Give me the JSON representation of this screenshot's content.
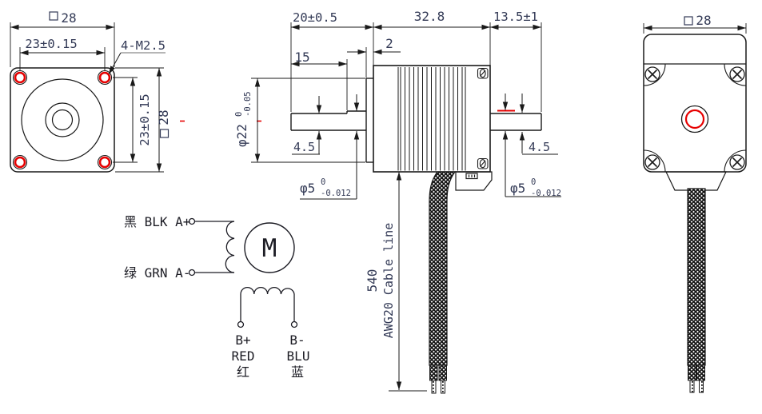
{
  "drawing": {
    "type": "stepper-motor-outline-drawing",
    "colors": {
      "line": "#1a1a1a",
      "dimension_text": "#333a56",
      "highlight_red": "#e60000",
      "background": "#ffffff"
    }
  },
  "front_view": {
    "dim_width": "28",
    "dim_hole_spacing_h": "23±0.15",
    "thread_callout": "4-M2.5",
    "dim_hole_spacing_v": "23±0.15",
    "dim_height": "28"
  },
  "side_view": {
    "dim_shaft_length": "20±0.5",
    "dim_flat_length": "15",
    "dim_boss_protrusion": "2",
    "dim_body_length": "32.8",
    "dim_rear_shaft_length": "13.5±1",
    "dim_front_flat_height": "4.5",
    "dim_rear_flat_height": "4.5",
    "dim_pilot_diameter": {
      "main": "φ22",
      "tol_upper": "0",
      "tol_lower": "-0.05"
    },
    "dim_front_shaft_diameter": {
      "main": "φ5",
      "tol_upper": "0",
      "tol_lower": "-0.012"
    },
    "dim_rear_shaft_diameter": {
      "main": "φ5",
      "tol_upper": "0",
      "tol_lower": "-0.012"
    },
    "dim_cable_length": "540",
    "cable_label": "AWG20 Cable line"
  },
  "rear_view": {
    "dim_width": "28"
  },
  "wiring_diagram": {
    "phase_a_plus": "黑 BLK A+",
    "phase_a_minus": "绿 GRN A-",
    "motor_symbol": "M",
    "b_plus": "B+",
    "b_plus_color_en": "RED",
    "b_plus_color_cn": "红",
    "b_minus": "B-",
    "b_minus_color_en": "BLU",
    "b_minus_color_cn": "蓝"
  }
}
